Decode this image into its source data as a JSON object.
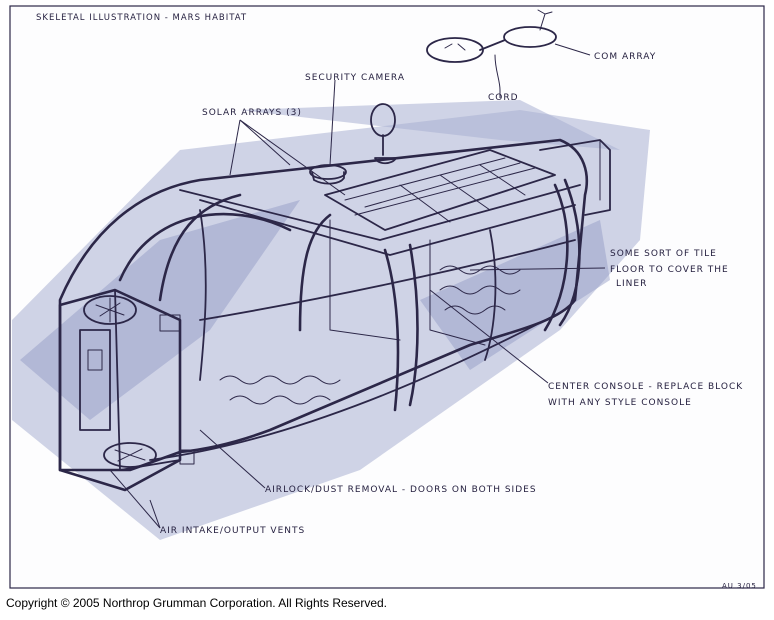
{
  "title": "SKELETAL ILLUSTRATION - MARS HABITAT",
  "labels": {
    "com_array": "COM ARRAY",
    "cord": "CORD",
    "security_camera": "SECURITY CAMERA",
    "solar_arrays": "SOLAR ARRAYS (3)",
    "tile_floor": [
      "SOME SORT OF TILE",
      "FLOOR TO COVER THE",
      "LINER"
    ],
    "center_console": [
      "CENTER CONSOLE - REPLACE BLOCK",
      "WITH ANY STYLE CONSOLE"
    ],
    "airlock": "AIRLOCK/DUST REMOVAL - DOORS ON BOTH SIDES",
    "air_vents": "AIR INTAKE/OUTPUT VENTS"
  },
  "signature": "AU 3/05",
  "copyright": "Copyright © 2005 Northrop Grumman Corporation.  All Rights Reserved."
}
